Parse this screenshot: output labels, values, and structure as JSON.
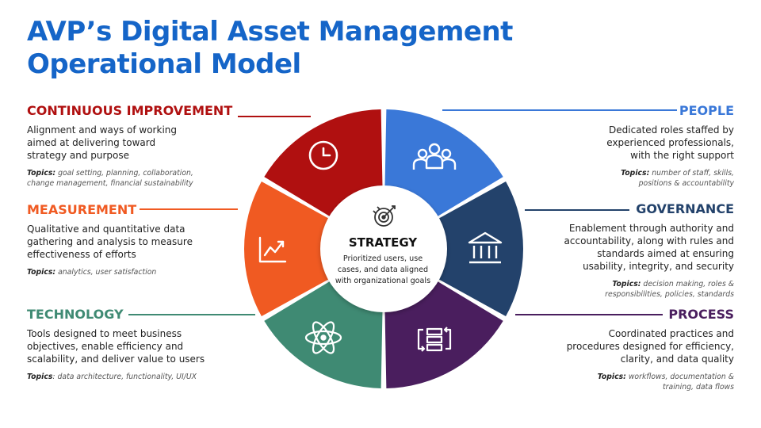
{
  "title": {
    "line1": "AVP’s Digital Asset Management",
    "line2": "Operational Model"
  },
  "colors": {
    "title": "#1565c8",
    "continuous": "#b01010",
    "measurement": "#f05a22",
    "technology": "#3f8a73",
    "people": "#3a78d8",
    "governance": "#23426b",
    "process": "#4a1e5e"
  },
  "sections": {
    "continuous": {
      "heading": "CONTINUOUS IMPROVEMENT",
      "desc": [
        "Alignment and ways of working",
        "aimed at delivering toward",
        "strategy and purpose"
      ],
      "topics_label": "Topics:",
      "topics": [
        " goal setting, planning, collaboration,",
        "change management, financial sustainability"
      ],
      "icon": "clock-icon"
    },
    "measurement": {
      "heading": "MEASUREMENT",
      "desc": [
        "Qualitative and quantitative data",
        "gathering and analysis to measure",
        "effectiveness of efforts"
      ],
      "topics_label": "Topics:",
      "topics": [
        " analytics, user satisfaction"
      ],
      "icon": "trend-chart-icon"
    },
    "technology": {
      "heading": "TECHNOLOGY",
      "desc": [
        "Tools designed to meet business",
        "objectives, enable efficiency and",
        "scalability, and deliver value to users"
      ],
      "topics_label": "Topics",
      "topics": [
        ": data architecture, functionality, UI/UX"
      ],
      "icon": "atom-icon"
    },
    "people": {
      "heading": "PEOPLE",
      "desc": [
        "Dedicated roles staffed by",
        "experienced professionals,",
        "with the right support"
      ],
      "topics_label": "Topics:",
      "topics": [
        " number of staff, skills,",
        "positions & accountability"
      ],
      "icon": "people-icon"
    },
    "governance": {
      "heading": "GOVERNANCE",
      "desc": [
        "Enablement through authority and",
        "accountability, along with rules and",
        "standards aimed at ensuring",
        "usability, integrity, and security"
      ],
      "topics_label": "Topics:",
      "topics": [
        " decision making, roles &",
        "responsibilities, policies, standards"
      ],
      "icon": "institution-icon"
    },
    "process": {
      "heading": "PROCESS",
      "desc": [
        "Coordinated practices and",
        "procedures designed for efficiency,",
        "clarity, and data quality"
      ],
      "topics_label": "Topics:",
      "topics": [
        " workflows, documentation &",
        "training, data flows"
      ],
      "icon": "workflow-icon"
    }
  },
  "center": {
    "heading": "STRATEGY",
    "icon": "target-icon",
    "lines": [
      "Prioritized users, use",
      "cases, and  data aligned",
      "with organizational goals"
    ]
  }
}
